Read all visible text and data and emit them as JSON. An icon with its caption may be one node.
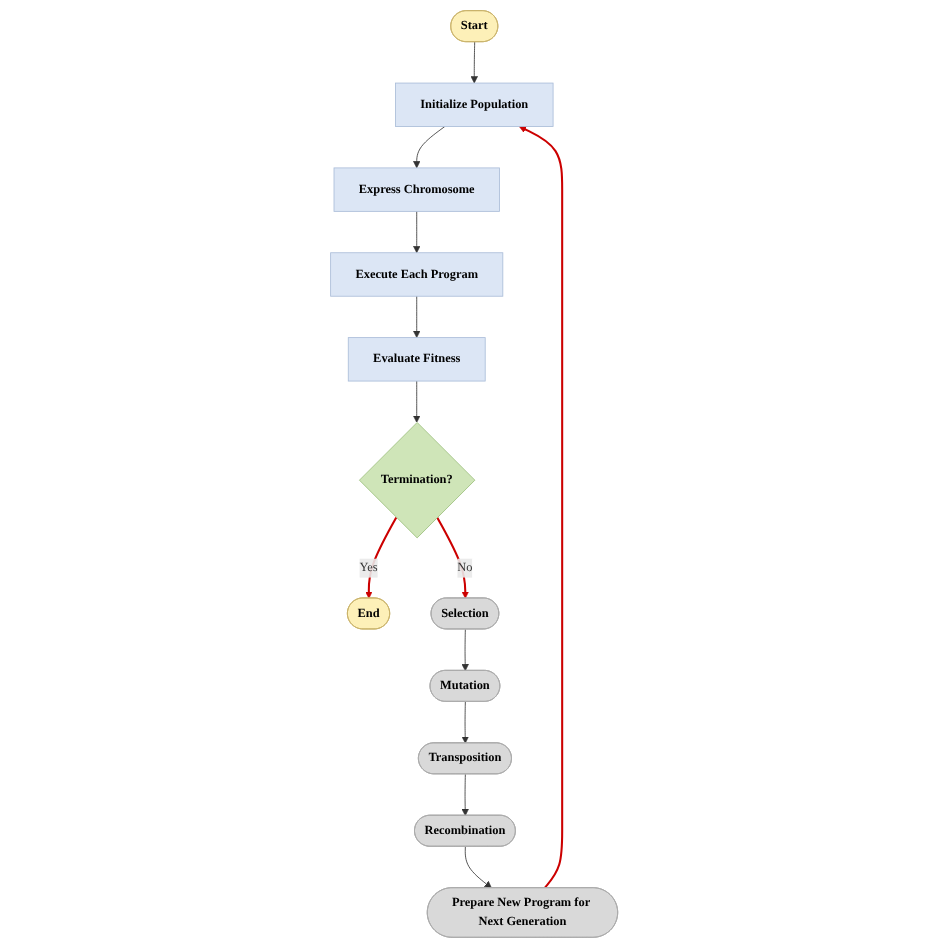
{
  "diagram": {
    "nodes": [
      {
        "text": [
          "Start"
        ]
      },
      {
        "text": [
          "Initialize Population"
        ]
      },
      {
        "text": [
          "Express Chromosome"
        ]
      },
      {
        "text": [
          "Execute Each Program"
        ]
      },
      {
        "text": [
          "Evaluate Fitness"
        ]
      },
      {
        "text": [
          "Termination?"
        ]
      },
      {
        "text": [
          "End"
        ]
      },
      {
        "text": [
          "Prepare New Program for Next Generation"
        ]
      },
      {
        "text": [
          "Recombination"
        ]
      },
      {
        "text": [
          "Transposition"
        ]
      },
      {
        "text": [
          "Mutation"
        ]
      },
      {
        "text": [
          "Selection"
        ]
      }
    ],
    "edges": [
      {
        "from": 0,
        "to": 1,
        "arrow": "to"
      },
      {
        "from": 1,
        "to": 2,
        "arrow": "to"
      },
      {
        "from": 2,
        "to": 3,
        "arrow": "to"
      },
      {
        "from": 3,
        "to": 4,
        "arrow": "to"
      },
      {
        "from": 4,
        "to": 5,
        "arrow": "to"
      },
      {
        "from": 5,
        "to": 6,
        "label": "Yes",
        "arrow": "to",
        "color": "#cc0000"
      },
      {
        "from": 5,
        "to": 11,
        "label": "No",
        "arrow": "to",
        "color": "#cc0000"
      },
      {
        "from": 11,
        "to": 10,
        "arrow": "to"
      },
      {
        "from": 10,
        "to": 9,
        "arrow": "to"
      },
      {
        "from": 9,
        "to": 8,
        "arrow": "to"
      },
      {
        "from": 8,
        "to": 7,
        "arrow": "to"
      },
      {
        "from": 7,
        "to": 1,
        "arrow": "to",
        "color": "#cc0000"
      }
    ]
  }
}
